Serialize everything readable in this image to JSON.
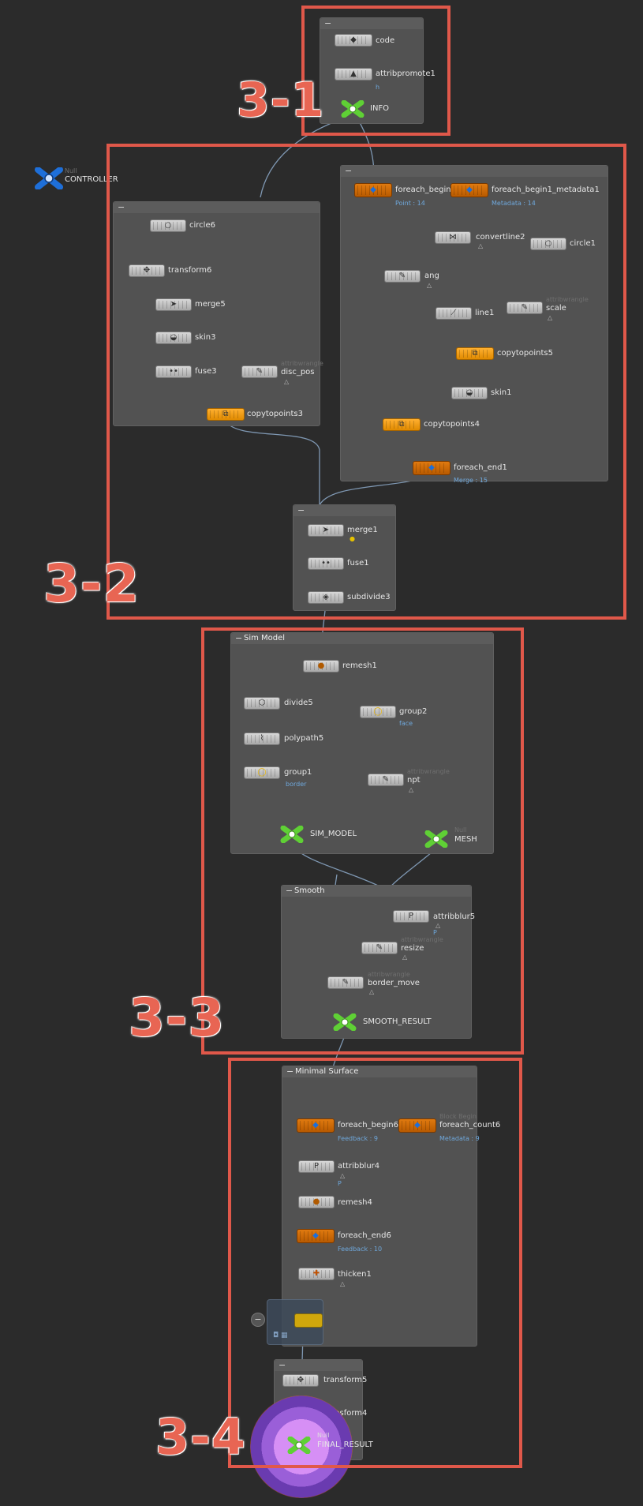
{
  "annotations": {
    "s31": "3-1",
    "s32": "3-2",
    "s33": "3-3",
    "s34": "3-4"
  },
  "controller": {
    "type": "Null",
    "label": "CONTROLLER"
  },
  "netboxes": {
    "sim_model": "Sim Model",
    "smooth": "Smooth",
    "minimal_surface": "Minimal Surface"
  },
  "nodes": {
    "code": "code",
    "attribpromote1": "attribpromote1",
    "attribpromote1_sub": "h",
    "info": "INFO",
    "circle6": "circle6",
    "transform6": "transform6",
    "merge5": "merge5",
    "skin3": "skin3",
    "fuse3": "fuse3",
    "disc_pos": "disc_pos",
    "disc_pos_ghost": "attribwrangle",
    "copytopoints3": "copytopoints3",
    "foreach_begin1": "foreach_begin1",
    "foreach_begin1_sub": "Point : 14",
    "foreach_begin1_metadata1": "foreach_begin1_metadata1",
    "foreach_begin1_metadata1_sub": "Metadata : 14",
    "convertline2": "convertline2",
    "circle1": "circle1",
    "ang": "ang",
    "scale": "scale",
    "scale_ghost": "attribwrangle",
    "line1": "line1",
    "copytopoints5": "copytopoints5",
    "skin1": "skin1",
    "copytopoints4": "copytopoints4",
    "foreach_end1": "foreach_end1",
    "foreach_end1_sub": "Merge : 15",
    "merge1": "merge1",
    "fuse1": "fuse1",
    "subdivide3": "subdivide3",
    "remesh1": "remesh1",
    "divide5": "divide5",
    "group2": "group2",
    "group2_sub": "face",
    "polypath5": "polypath5",
    "group1": "group1",
    "group1_sub": "border",
    "npt": "npt",
    "npt_ghost": "attribwrangle",
    "sim_model": "SIM_MODEL",
    "mesh": "MESH",
    "mesh_ghost": "Null",
    "attribblur5": "attribblur5",
    "attribblur5_sub": "P",
    "resize": "resize",
    "resize_ghost": "attribwrangle",
    "border_move": "border_move",
    "border_move_ghost": "attribwrangle",
    "smooth_result": "SMOOTH_RESULT",
    "foreach_begin6": "foreach_begin6",
    "foreach_begin6_sub": "Feedback : 9",
    "foreach_count6": "foreach_count6",
    "foreach_count6_sub": "Metadata : 9",
    "foreach_count6_ghost": "Block Begin",
    "attribblur4": "attribblur4",
    "attribblur4_sub": "P",
    "remesh4": "remesh4",
    "foreach_end6": "foreach_end6",
    "foreach_end6_sub": "Feedback : 10",
    "thicken1": "thicken1",
    "transform5": "transform5",
    "transform4": "transform4",
    "final_result": "FINAL_RESULT",
    "final_result_ghost": "Null"
  },
  "colors": {
    "annotation_red": "#e0584a",
    "wire": "#7f98b3",
    "label_blue": "#6fa8dc",
    "null_green": "#5fd035",
    "loop_orange": "#e08a00",
    "display_purple": "#b07fe6"
  }
}
